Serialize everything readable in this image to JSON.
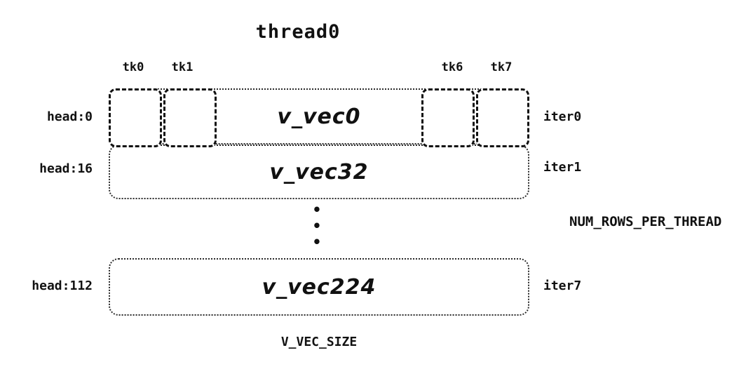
{
  "title": "thread0",
  "tk_labels": [
    "tk0",
    "tk1",
    "tk6",
    "tk7"
  ],
  "rows": [
    {
      "head": "head:0",
      "vec": "v_vec0",
      "iter": "iter0"
    },
    {
      "head": "head:16",
      "vec": "v_vec32",
      "iter": "iter1"
    },
    {
      "head": "head:112",
      "vec": "v_vec224",
      "iter": "iter7"
    }
  ],
  "ellipsis_dots": [
    "•",
    "•",
    "•"
  ],
  "annotations": {
    "num_rows_per_thread": "NUM_ROWS_PER_THREAD",
    "v_vec_size": "V_VEC_SIZE"
  },
  "colors": {
    "ink": "#111111",
    "background": "#ffffff"
  }
}
